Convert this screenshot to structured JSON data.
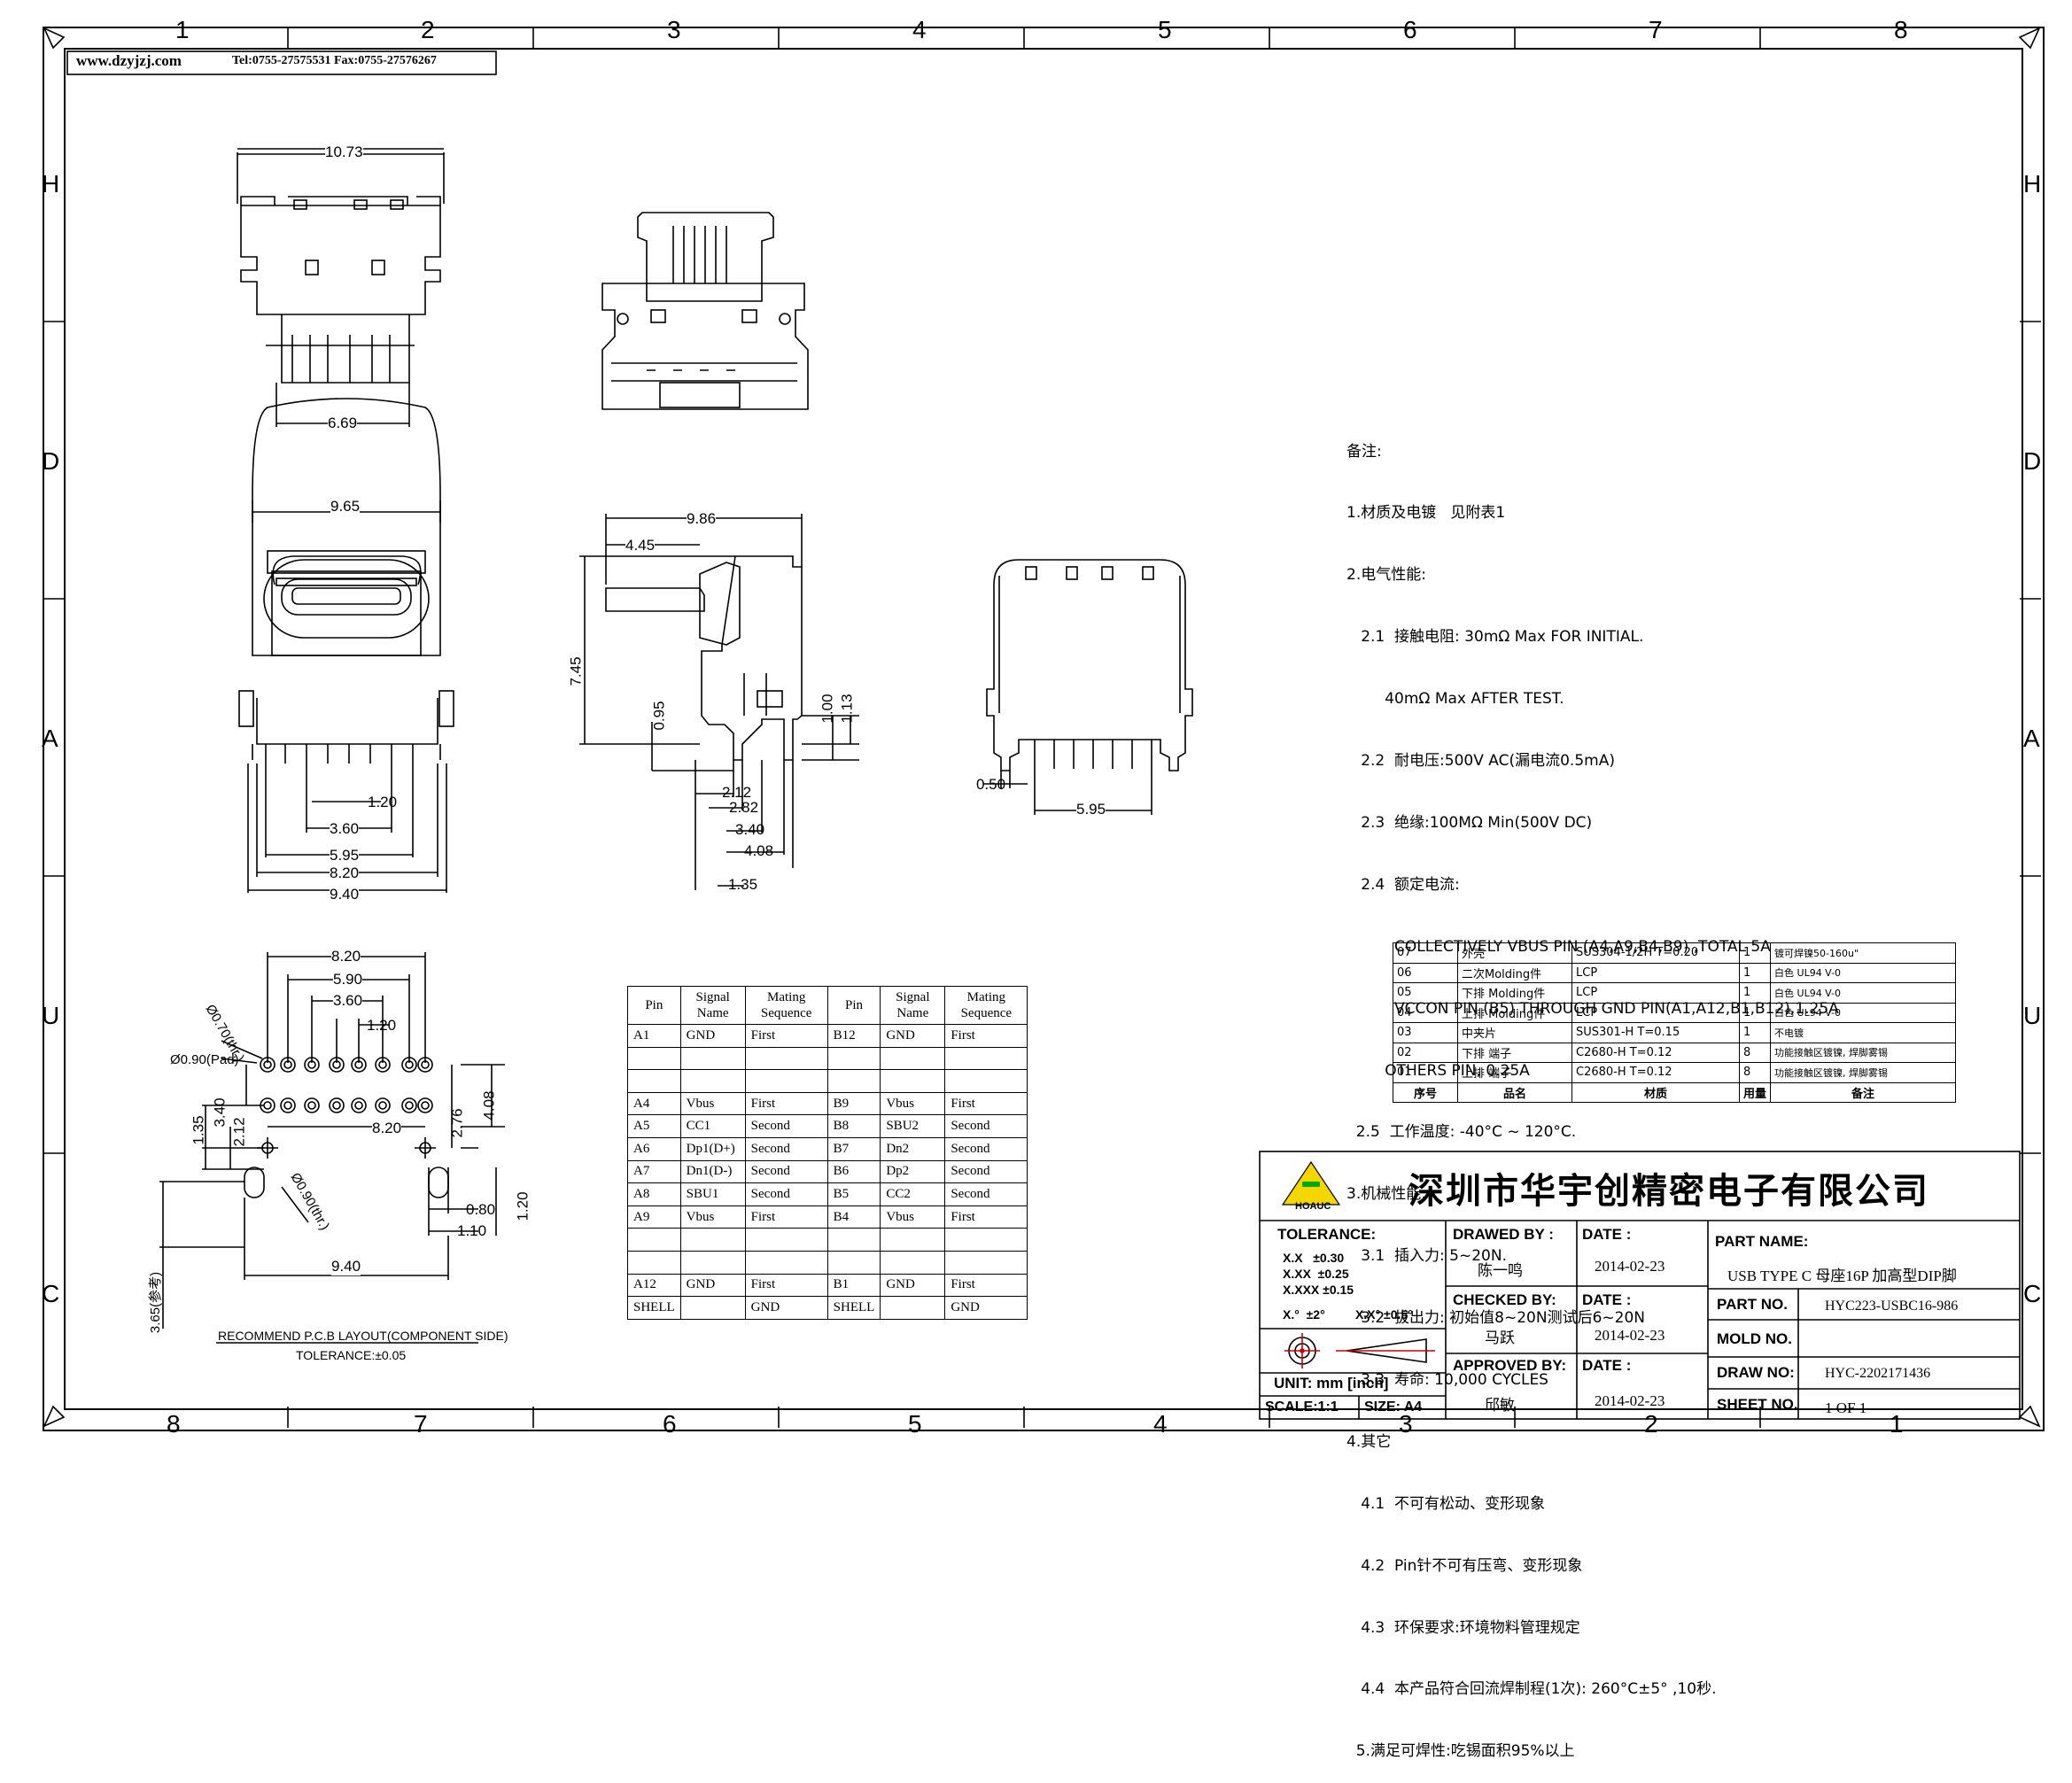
{
  "header": {
    "website": "www.dzyjzj.com",
    "contact": "Tel:0755-27575531 Fax:0755-27576267"
  },
  "grid": {
    "top_numbers": [
      "1",
      "2",
      "3",
      "4",
      "5",
      "6",
      "7",
      "8"
    ],
    "bottom_numbers": [
      "8",
      "7",
      "6",
      "5",
      "4",
      "3",
      "2",
      "1"
    ],
    "left_letters": [
      "H",
      "D",
      "A",
      "U",
      "C"
    ],
    "right_letters": [
      "H",
      "D",
      "A",
      "U",
      "C"
    ]
  },
  "dimensions": {
    "top_view": [
      "10.73",
      "6.69"
    ],
    "front_view": [
      "9.65",
      "1.20",
      "3.60",
      "5.95",
      "8.20",
      "9.40"
    ],
    "side_view": [
      "9.86",
      "4.45",
      "7.45",
      "0.95",
      "1.00",
      "1.13",
      "2.12",
      "2.82",
      "3.40",
      "4.08",
      "1.35"
    ],
    "rear_view": [
      "0.50",
      "5.95"
    ],
    "pcb": [
      "8.20",
      "5.90",
      "3.60",
      "1.20",
      "Ø0.70(thr.)",
      "Ø0.90(Pad)",
      "1.35",
      "3.40",
      "2.12",
      "8.20",
      "2.76",
      "4.08",
      "Ø0.90(thr.)",
      "0.80",
      "1.10",
      "1.20",
      "9.40",
      "3.65(参考)"
    ]
  },
  "pcb_caption": {
    "title": "RECOMMEND P.C.B LAYOUT(COMPONENT SIDE)",
    "tolerance": "TOLERANCE:±0.05"
  },
  "notes": [
    "备注:",
    "1.材质及电镀   见附表1",
    "2.电气性能:",
    "   2.1  接触电阻: 30mΩ Max FOR INITIAL.",
    "        40mΩ Max AFTER TEST.",
    "   2.2  耐电压:500V AC(漏电流0.5mA)",
    "   2.3  绝缘:100MΩ Min(500V DC)",
    "   2.4  额定电流:",
    "          COLLECTIVELY VBUS PIN (A4,A9,B4,B9) ,TOTAL 5A",
    "          VCCON PIN (B5) THROUGH GND PIN(A1,A12,B1,B12),1.25A",
    "        OTHERS PIN, 0.25A",
    "  2.5  工作温度: -40°C ~ 120°C.",
    "3.机械性能:",
    "   3.1  插入力: 5~20N.",
    "   3.2  拔出力: 初始值8~20N测试后6~20N",
    "   3.3  寿命: 10,000 CYCLES",
    "4.其它",
    "   4.1  不可有松动、变形现象",
    "   4.2  Pin针不可有压弯、变形现象",
    "   4.3  环保要求:环境物料管理规定",
    "   4.4  本产品符合回流焊制程(1次): 260°C±5° ,10秒.",
    "  5.满足可焊性:吃锡面积95%以上"
  ],
  "pin_table": {
    "headers": [
      "Pin",
      "Signal Name",
      "Mating Sequence",
      "Pin",
      "Signal Name",
      "Mating Sequence"
    ],
    "rows": [
      [
        "A1",
        "GND",
        "First",
        "B12",
        "GND",
        "First"
      ],
      [
        "",
        "",
        "",
        "",
        "",
        ""
      ],
      [
        "",
        "",
        "",
        "",
        "",
        ""
      ],
      [
        "A4",
        "Vbus",
        "First",
        "B9",
        "Vbus",
        "First"
      ],
      [
        "A5",
        "CC1",
        "Second",
        "B8",
        "SBU2",
        "Second"
      ],
      [
        "A6",
        "Dp1(D+)",
        "Second",
        "B7",
        "Dn2",
        "Second"
      ],
      [
        "A7",
        "Dn1(D-)",
        "Second",
        "B6",
        "Dp2",
        "Second"
      ],
      [
        "A8",
        "SBU1",
        "Second",
        "B5",
        "CC2",
        "Second"
      ],
      [
        "A9",
        "Vbus",
        "First",
        "B4",
        "Vbus",
        "First"
      ],
      [
        "",
        "",
        "",
        "",
        "",
        ""
      ],
      [
        "",
        "",
        "",
        "",
        "",
        ""
      ],
      [
        "A12",
        "GND",
        "First",
        "B1",
        "GND",
        "First"
      ],
      [
        "SHELL",
        "",
        "GND",
        "SHELL",
        "",
        "GND"
      ]
    ]
  },
  "bom_table": {
    "rows": [
      [
        "07",
        "外壳",
        "SUS304-1/2H T=0.20",
        "1",
        "镀可焊镍50-160u\""
      ],
      [
        "06",
        "二次Molding件",
        "LCP",
        "1",
        "白色 UL94 V-0"
      ],
      [
        "05",
        "下排 Molding件",
        "LCP",
        "1",
        "白色 UL94 V-0"
      ],
      [
        "04",
        "上排 Molding件",
        "LCP",
        "1",
        "白色 UL94 V-0"
      ],
      [
        "03",
        "中夹片",
        "SUS301-H T=0.15",
        "1",
        "不电镀"
      ],
      [
        "02",
        "下排 端子",
        "C2680-H T=0.12",
        "8",
        "功能接触区镀镍, 焊脚雾锡"
      ],
      [
        "01",
        "上排 端子",
        "C2680-H T=0.12",
        "8",
        "功能接触区镀镍, 焊脚雾锡"
      ]
    ],
    "header": [
      "序号",
      "品名",
      "材质",
      "用量",
      "备注"
    ]
  },
  "title_block": {
    "company": "深圳市华宇创精密电子有限公司",
    "logo_text": "HOAUC",
    "tolerance_label": "TOLERANCE:",
    "tol_xx": "X.X   ±0.30",
    "tol_xxx": "X.XX  ±0.25",
    "tol_xxxx": "X.XXX ±0.15",
    "tol_angle1": "X.°  ±2°",
    "tol_angle2": "X.X° ±0.5°",
    "unit": "UNIT: mm [inch]",
    "scale": "SCALE:1:1",
    "size": "SIZE: A4",
    "drawn_by_label": "DRAWED BY :",
    "drawn_by": "陈一鸣",
    "checked_by_label": "CHECKED BY:",
    "checked_by": "马跃",
    "approved_by_label": "APPROVED BY:",
    "approved_by": "邱敏",
    "date_label": "DATE :",
    "date1": "2014-02-23",
    "date2": "2014-02-23",
    "date3": "2014-02-23",
    "part_name_label": "PART NAME:",
    "part_name": "USB TYPE C 母座16P 加高型DIP脚",
    "part_no_label": "PART NO.",
    "part_no": "HYC223-USBC16-986",
    "mold_no_label": "MOLD NO.",
    "mold_no": "",
    "draw_no_label": "DRAW NO:",
    "draw_no": "HYC-2202171436",
    "sheet_no_label": "SHEET NO.",
    "sheet_no": "1 OF 1"
  }
}
